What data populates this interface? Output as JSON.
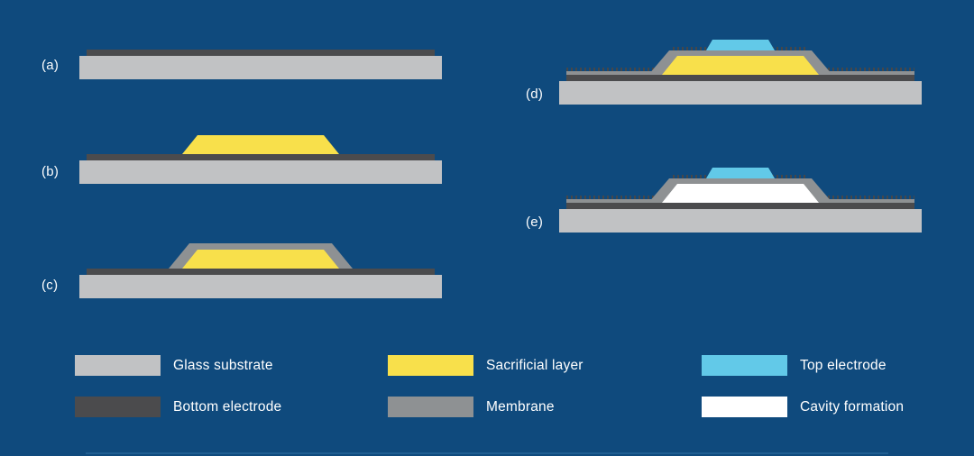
{
  "colors": {
    "background": "#0F4A7D",
    "text": "#FFFFFF",
    "substrate": "#C1C2C4",
    "bottom_electrode": "#4B4B4D",
    "sacrificial": "#F8E04B",
    "membrane": "#8E9193",
    "top_electrode": "#62C9E8",
    "cavity": "#FFFFFF"
  },
  "steps": [
    {
      "label": "(a)"
    },
    {
      "label": "(b)"
    },
    {
      "label": "(c)"
    },
    {
      "label": "(d)"
    },
    {
      "label": "(e)"
    }
  ],
  "legend": {
    "columns": [
      [
        {
          "label": "Glass substrate",
          "color": "#C1C2C4"
        },
        {
          "label": "Bottom electrode",
          "color": "#4B4B4D"
        }
      ],
      [
        {
          "label": "Sacrificial layer",
          "color": "#F8E04B"
        },
        {
          "label": "Membrane",
          "color": "#8E9193"
        }
      ],
      [
        {
          "label": "Top electrode",
          "color": "#62C9E8"
        },
        {
          "label": "Cavity formation",
          "color": "#FFFFFF"
        }
      ]
    ]
  }
}
